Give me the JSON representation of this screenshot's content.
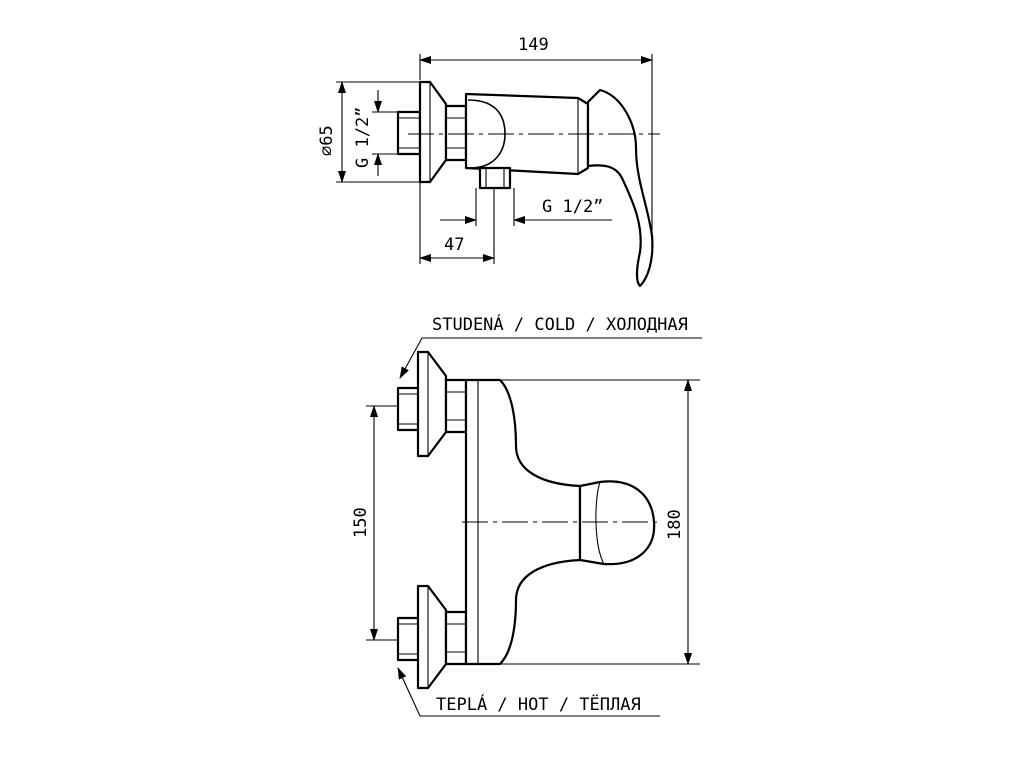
{
  "dimensions": {
    "width_overall": "149",
    "diameter_flange": "⌀65",
    "thread_inlet": "G 1/2”",
    "thread_outlet": "G 1/2”",
    "offset": "47",
    "inlet_spacing": "150",
    "height_overall": "180"
  },
  "labels": {
    "cold": "STUDENÁ / COLD / ХОЛОДНАЯ",
    "hot": "TEPLÁ / HOT / TЁПЛАЯ"
  }
}
